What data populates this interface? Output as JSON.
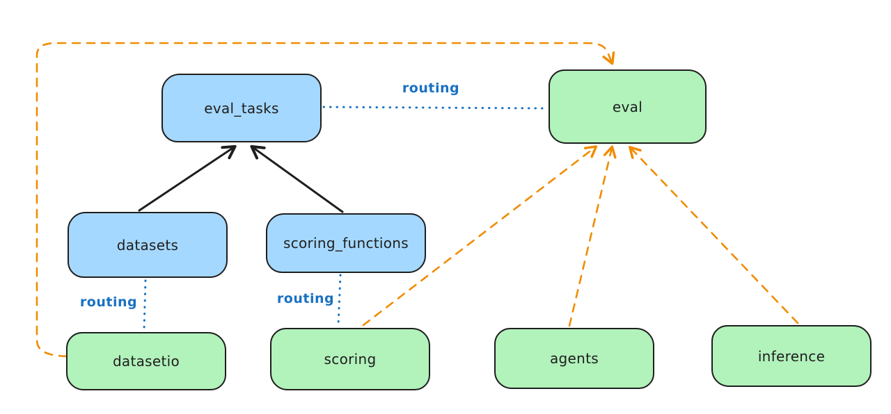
{
  "diagram": {
    "description": "Dependency diagram of eval-related APIs and registries",
    "colors": {
      "registry_fill_blue": "#a5d8ff",
      "api_fill_green": "#b2f2bb",
      "stroke_dark": "#1e1e1e",
      "routing_blue": "#1971c2",
      "dependency_orange": "#f08c00",
      "background": "#ffffff"
    },
    "nodes": [
      {
        "id": "eval_tasks",
        "label": "eval_tasks",
        "fill": "blue"
      },
      {
        "id": "eval",
        "label": "eval",
        "fill": "green"
      },
      {
        "id": "datasets",
        "label": "datasets",
        "fill": "blue"
      },
      {
        "id": "scoring_functions",
        "label": "scoring_functions",
        "fill": "blue"
      },
      {
        "id": "datasetio",
        "label": "datasetio",
        "fill": "green"
      },
      {
        "id": "scoring",
        "label": "scoring",
        "fill": "green"
      },
      {
        "id": "agents",
        "label": "agents",
        "fill": "green"
      },
      {
        "id": "inference",
        "label": "inference",
        "fill": "green"
      }
    ],
    "routing_labels": [
      {
        "id": "routing-eval-tasks-to-eval",
        "text": "routing"
      },
      {
        "id": "routing-datasets-to-datasetio",
        "text": "routing"
      },
      {
        "id": "routing-scoring-functions-to-scoring",
        "text": "routing"
      }
    ],
    "edges": [
      {
        "from": "datasets",
        "to": "eval_tasks",
        "style": "solid-arrow",
        "color": "#1e1e1e"
      },
      {
        "from": "scoring_functions",
        "to": "eval_tasks",
        "style": "solid-arrow",
        "color": "#1e1e1e"
      },
      {
        "from": "eval_tasks",
        "to": "eval",
        "style": "dotted-line",
        "color": "#1971c2",
        "label": "routing"
      },
      {
        "from": "datasets",
        "to": "datasetio",
        "style": "dotted-line",
        "color": "#1971c2",
        "label": "routing"
      },
      {
        "from": "scoring_functions",
        "to": "scoring",
        "style": "dotted-line",
        "color": "#1971c2",
        "label": "routing"
      },
      {
        "from": "datasetio",
        "to": "eval",
        "style": "dashed-arrow",
        "color": "#f08c00"
      },
      {
        "from": "scoring",
        "to": "eval",
        "style": "dashed-arrow",
        "color": "#f08c00"
      },
      {
        "from": "agents",
        "to": "eval",
        "style": "dashed-arrow",
        "color": "#f08c00"
      },
      {
        "from": "inference",
        "to": "eval",
        "style": "dashed-arrow",
        "color": "#f08c00"
      }
    ]
  }
}
